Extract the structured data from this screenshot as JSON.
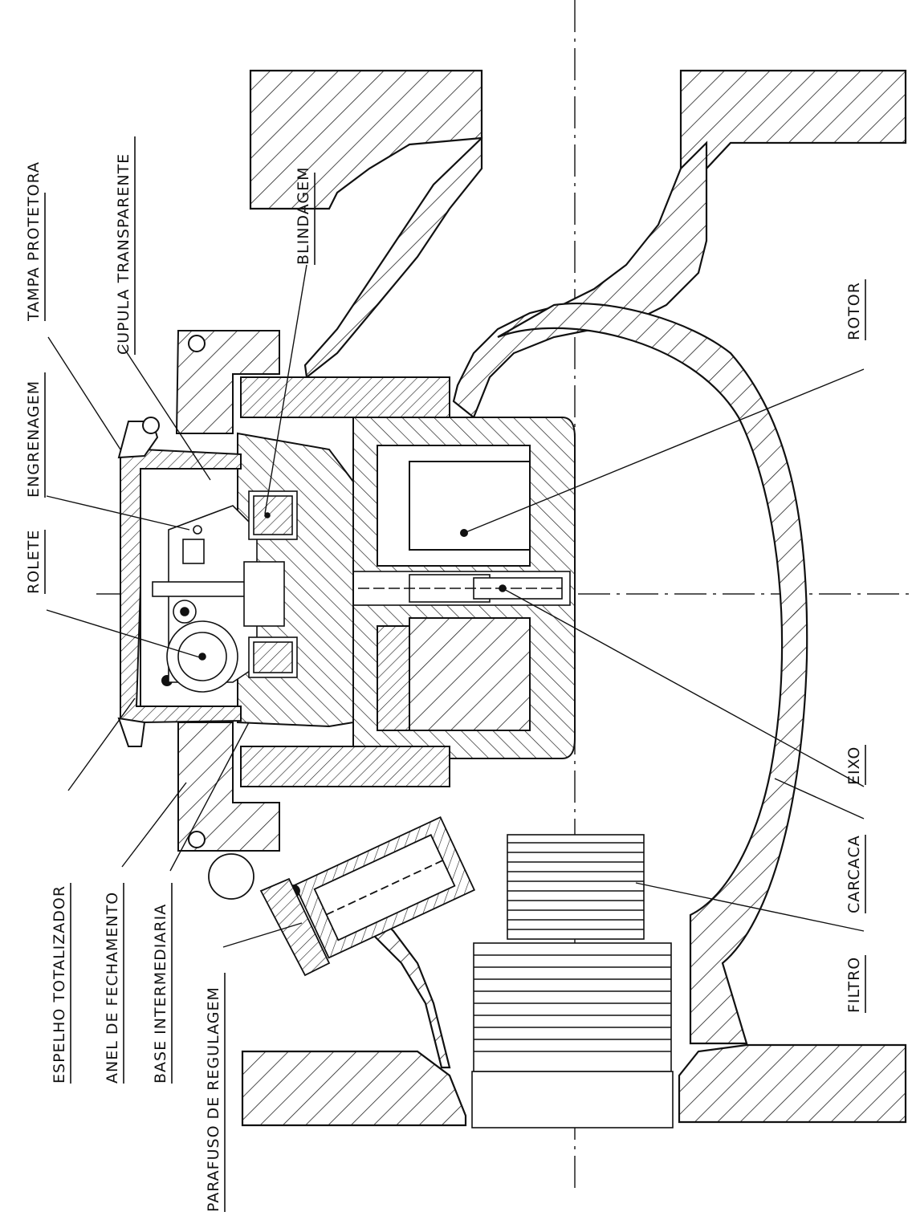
{
  "labels": {
    "tampa_protetora": "TAMPA PROTETORA",
    "cupula_transparente": "CUPULA TRANSPARENTE",
    "blindagem": "BLINDAGEM",
    "engrenagem": "ENGRENAGEM",
    "rolete": "ROLETE",
    "espelho_totalizador": "ESPELHO TOTALIZADOR",
    "anel_de_fechamento": "ANEL DE FECHAMENTO",
    "base_intermediaria": "BASE INTERMEDIARIA",
    "parafuso_de_regulagem": "PARAFUSO DE REGULAGEM",
    "rotor": "ROTOR",
    "eixo": "EIXO",
    "carcaca": "CARCACA",
    "filtro": "FILTRO"
  }
}
